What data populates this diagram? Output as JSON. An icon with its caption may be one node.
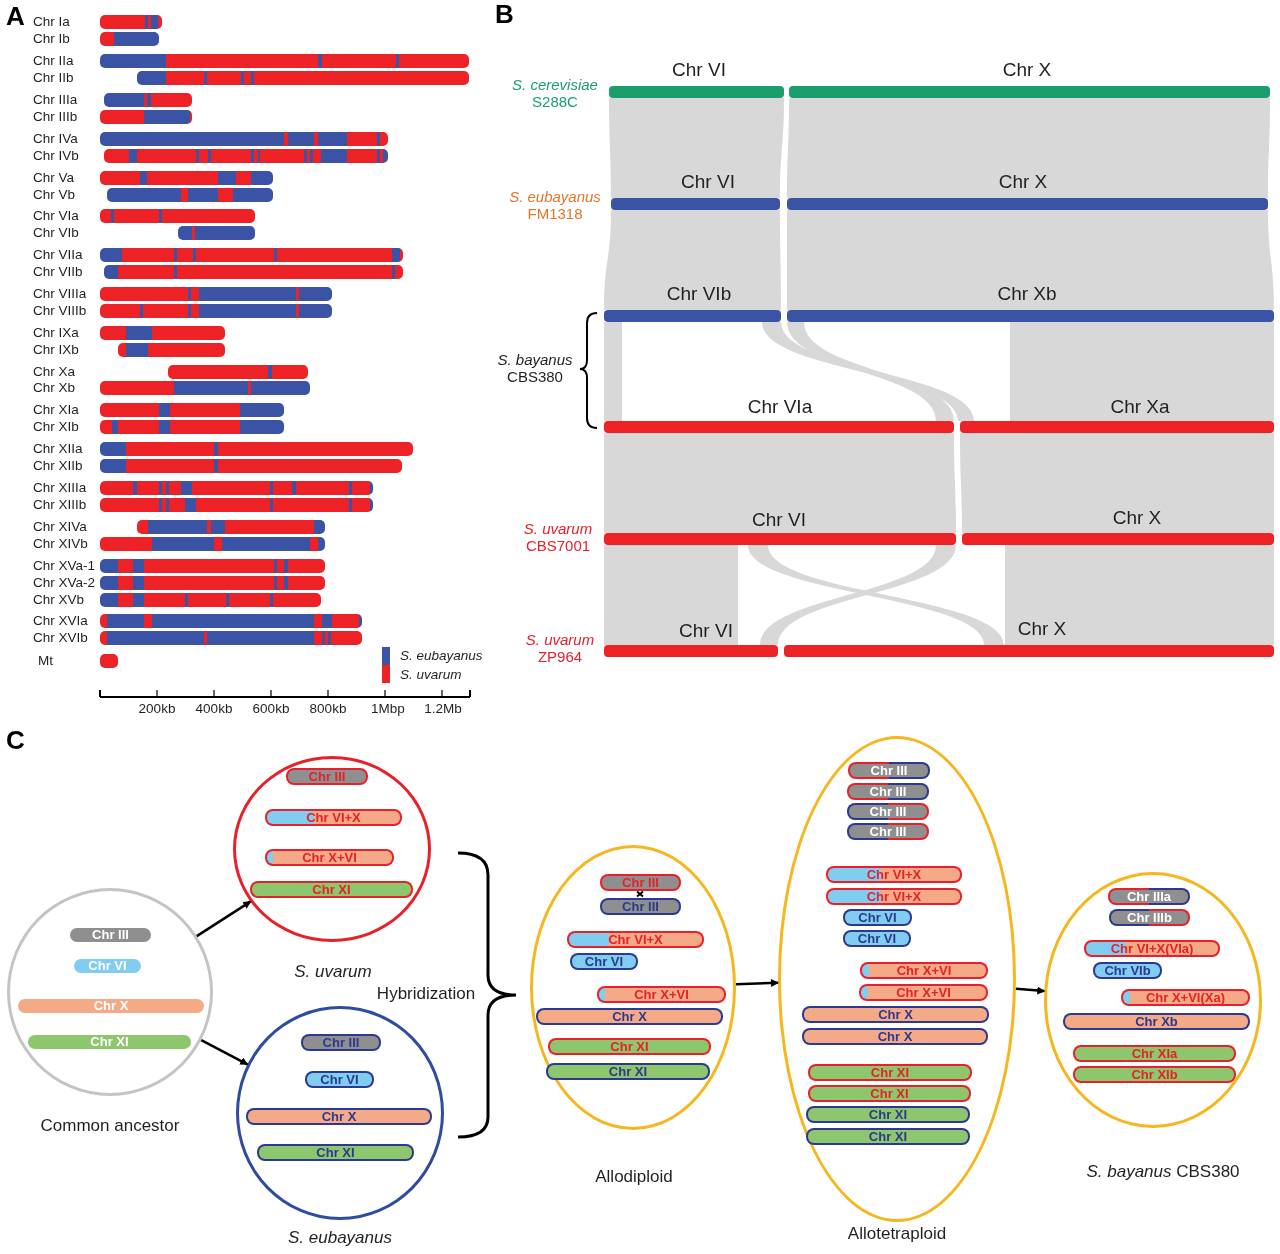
{
  "diagram": {
    "nodes": [
      {
        "text": [],
        "shape": "circle",
        "beside": [
          "Common ancestor"
        ]
      },
      {
        "text": [
          "Chr III"
        ],
        "in": 0
      },
      {
        "text": [
          "Chr VI"
        ],
        "in": 0
      },
      {
        "text": [
          "Chr X"
        ],
        "in": 0
      },
      {
        "text": [
          "Chr XI"
        ],
        "in": 0
      },
      {
        "text": [],
        "shape": "circle",
        "beside": [
          "S. uvarum"
        ]
      },
      {
        "text": [
          "Chr III"
        ],
        "in": 5
      },
      {
        "text": [
          "Chr VI+X"
        ],
        "in": 5
      },
      {
        "text": [
          "Chr X+VI"
        ],
        "in": 5
      },
      {
        "text": [
          "Chr XI"
        ],
        "in": 5
      },
      {
        "text": [],
        "shape": "circle",
        "beside": [
          "S. eubayanus"
        ]
      },
      {
        "text": [
          "Chr III"
        ],
        "in": 10
      },
      {
        "text": [
          "Chr VI"
        ],
        "in": 10
      },
      {
        "text": [
          "Chr X"
        ],
        "in": 10
      },
      {
        "text": [
          "Chr XI"
        ],
        "in": 10
      },
      {
        "text": [],
        "shape": "circle",
        "beside": [
          "Allodiploid"
        ]
      },
      {
        "text": [
          "Chr III"
        ],
        "in": 15
      },
      {
        "text": [
          "Chr III"
        ],
        "in": 15
      },
      {
        "text": [
          "Chr VI+X"
        ],
        "in": 15
      },
      {
        "text": [
          "Chr VI"
        ],
        "in": 15
      },
      {
        "text": [
          "Chr X+VI"
        ],
        "in": 15
      },
      {
        "text": [
          "Chr X"
        ],
        "in": 15
      },
      {
        "text": [
          "Chr XI"
        ],
        "in": 15
      },
      {
        "text": [
          "Chr XI"
        ],
        "in": 15
      },
      {
        "text": [],
        "shape": "circle",
        "beside": [
          "Allotetraploid"
        ]
      },
      {
        "text": [
          "Chr III"
        ],
        "in": 24
      },
      {
        "text": [
          "Chr III"
        ],
        "in": 24
      },
      {
        "text": [
          "Chr III"
        ],
        "in": 24
      },
      {
        "text": [
          "Chr III"
        ],
        "in": 24
      },
      {
        "text": [
          "Chr VI+X"
        ],
        "in": 24
      },
      {
        "text": [
          "Chr VI+X"
        ],
        "in": 24
      },
      {
        "text": [
          "Chr VI"
        ],
        "in": 24
      },
      {
        "text": [
          "Chr VI"
        ],
        "in": 24
      },
      {
        "text": [
          "Chr X+VI"
        ],
        "in": 24
      },
      {
        "text": [
          "Chr X+VI"
        ],
        "in": 24
      },
      {
        "text": [
          "Chr X"
        ],
        "in": 24
      },
      {
        "text": [
          "Chr X"
        ],
        "in": 24
      },
      {
        "text": [
          "Chr XI"
        ],
        "in": 24
      },
      {
        "text": [
          "Chr XI"
        ],
        "in": 24
      },
      {
        "text": [
          "Chr XI"
        ],
        "in": 24
      },
      {
        "text": [
          "Chr XI"
        ],
        "in": 24
      },
      {
        "text": [],
        "shape": "circle",
        "beside": [
          "*S. bayanus* CBS380"
        ]
      },
      {
        "text": [
          "Chr IIIa"
        ],
        "in": 41
      },
      {
        "text": [
          "Chr IIIb"
        ],
        "in": 41
      },
      {
        "text": [
          "Chr VI+X(VIa)"
        ],
        "in": 41
      },
      {
        "text": [
          "Chr VIb"
        ],
        "in": 41
      },
      {
        "text": [
          "Chr X+VI(Xa)"
        ],
        "in": 41
      },
      {
        "text": [
          "Chr Xb"
        ],
        "in": 41
      },
      {
        "text": [
          "Chr XIa"
        ],
        "in": 41
      },
      {
        "text": [
          "Chr XIb"
        ],
        "in": 41
      }
    ],
    "edges": [
      {
        "from": 0,
        "to": 5,
        "arrow": "to"
      },
      {
        "from": 0,
        "to": 10,
        "arrow": "to"
      },
      {
        "from": 15,
        "to": 24,
        "arrow": "to"
      },
      {
        "from": 24,
        "to": 41,
        "arrow": "to"
      }
    ],
    "labels": [
      "A",
      "Chr Ia",
      "Chr Ib",
      "Chr IIa",
      "Chr IIb",
      "Chr IIIa",
      "Chr IIIb",
      "Chr IVa",
      "Chr IVb",
      "Chr Va",
      "Chr Vb",
      "Chr VIa",
      "Chr VIb",
      "Chr VIIa",
      "Chr VIIb",
      "Chr VIIIa",
      "Chr VIIIb",
      "Chr IXa",
      "Chr IXb",
      "Chr Xa",
      "Chr Xb",
      "Chr XIa",
      "Chr XIb",
      "Chr XIIa",
      "Chr XIIb",
      "Chr XIIIa",
      "Chr XIIIb",
      "Chr XIVa",
      "Chr XIVb",
      "Chr XVa-1",
      "Chr XVa-2",
      "Chr XVb",
      "Chr XVIa",
      "Chr XVIb",
      "Mt",
      "200kb",
      "400kb",
      "600kb",
      "800kb",
      "1Mbp",
      "1.2Mb",
      "B",
      "*S. cerevisiae* S288C",
      "Chr VI",
      "Chr X",
      "*S. eubayanus* FM1318",
      "Chr VI",
      "Chr X",
      "Chr VIb",
      "Chr Xb",
      "*S. bayanus* CBS380",
      "Chr VIa",
      "Chr Xa",
      "*S. uvarum* CBS7001",
      "Chr VI",
      "Chr X",
      "*S. uvarum* ZP964",
      "Chr VI",
      "Chr X",
      "C",
      "Hybridization"
    ],
    "legend": [
      {
        "text": "S. eubayanus",
        "color": "#3b53a4"
      },
      {
        "text": "S. uvarum",
        "color": "#ec2227"
      }
    ]
  }
}
